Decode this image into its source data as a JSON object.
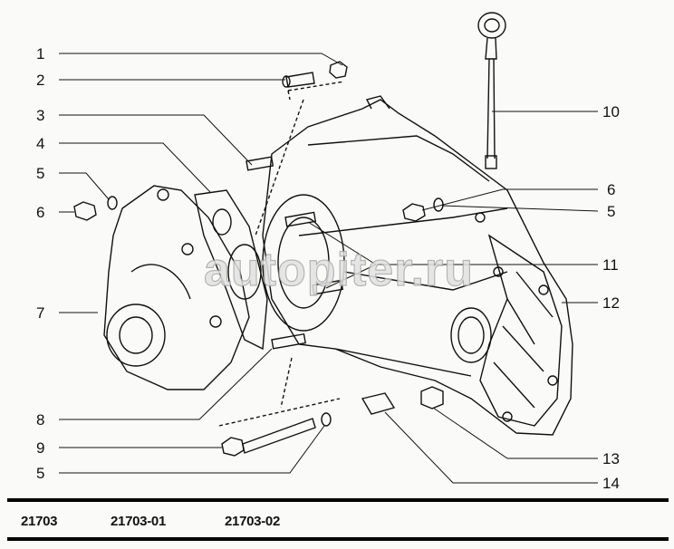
{
  "callouts_left": [
    "1",
    "2",
    "3",
    "4",
    "5",
    "6",
    "7",
    "8",
    "9",
    "5"
  ],
  "callouts_right": [
    "10",
    "6",
    "5",
    "11",
    "12",
    "13",
    "14"
  ],
  "watermark": "autopiter.ru",
  "footer": {
    "codes": [
      "21703",
      "21703-01",
      "21703-02"
    ]
  }
}
